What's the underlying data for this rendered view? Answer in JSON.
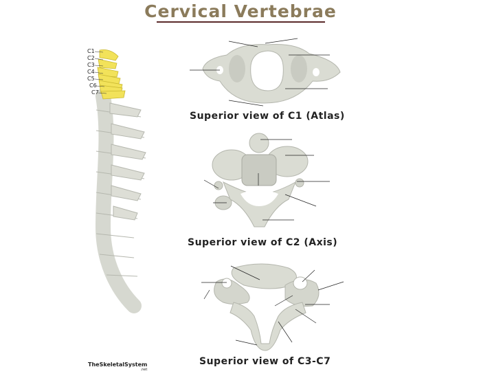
{
  "title": "Cervical Vertebrae",
  "spine_labels": [
    "C1",
    "C2",
    "C3",
    "C4",
    "C5",
    "C6",
    "C7"
  ],
  "captions": {
    "c1": "Superior view of C1 (Atlas)",
    "c2": "Superior view of C2 (Axis)",
    "c3c7": "Superior view of C3-C7"
  },
  "logo": {
    "main": "TheSkeletalSystem",
    "sub": ".net"
  },
  "colors": {
    "title": "#8b7b5b",
    "highlight": "#f2e25a",
    "bone": "#d9dbd2"
  }
}
